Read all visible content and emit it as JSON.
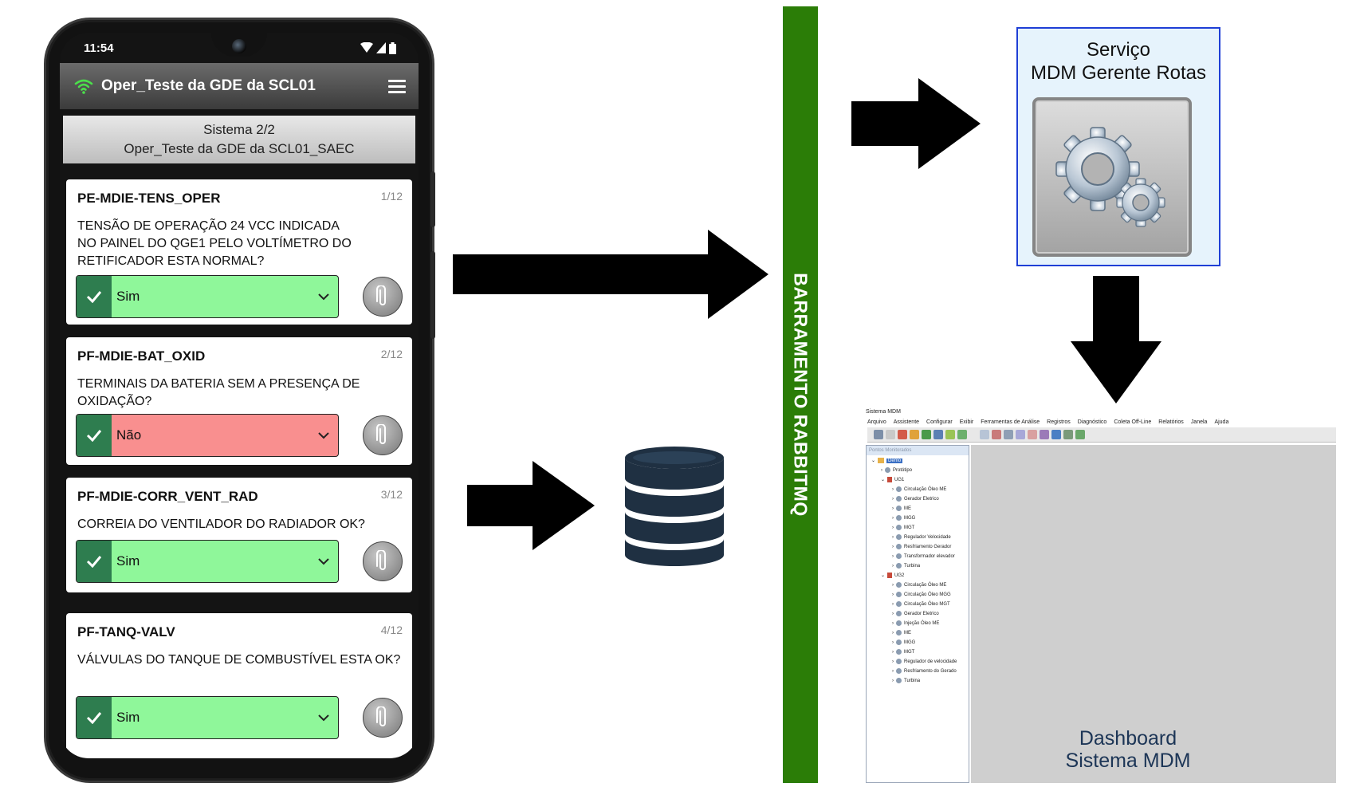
{
  "phone": {
    "time": "11:54",
    "app_title": "Oper_Teste da GDE da SCL01",
    "system_header": {
      "line1": "Sistema 2/2",
      "line2": "Oper_Teste da GDE da SCL01_SAEC"
    },
    "items": [
      {
        "code": "PE-MDIE-TENS_OPER",
        "count": "1/12",
        "question_lines": [
          "TENSÃO DE OPERAÇÃO 24 VCC INDICADA",
          "NO PAINEL DO QGE1 PELO VOLTÍMETRO DO",
          "RETIFICADOR ESTA NORMAL?"
        ],
        "answer": "Sim",
        "answer_color": "#8ff79a"
      },
      {
        "code": "PF-MDIE-BAT_OXID",
        "count": "2/12",
        "question_lines": [
          "TERMINAIS DA BATERIA SEM A PRESENÇA DE",
          "OXIDAÇÃO?"
        ],
        "answer": "Não",
        "answer_color": "#f98f8f"
      },
      {
        "code": "PF-MDIE-CORR_VENT_RAD",
        "count": "3/12",
        "question_lines": [
          "CORREIA DO VENTILADOR DO RADIADOR OK?"
        ],
        "answer": "Sim",
        "answer_color": "#8ff79a"
      },
      {
        "code": "PF-TANQ-VALV",
        "count": "4/12",
        "question_lines": [
          "VÁLVULAS DO TANQUE DE COMBUSTÍVEL ESTA OK?"
        ],
        "answer": "Sim",
        "answer_color": "#8ff79a"
      }
    ]
  },
  "bus": {
    "label": "BARRAMENTO RABBITMQ",
    "color": "#2b7d07"
  },
  "service": {
    "line1": "Serviço",
    "line2": "MDM Gerente Rotas",
    "icon": "gears-icon"
  },
  "database": {
    "icon": "database-icon"
  },
  "dashboard": {
    "window_title": "Sistema MDM",
    "menu": [
      "Arquivo",
      "Assistente",
      "Configurar",
      "Exibir",
      "Ferramentas de Análise",
      "Registros",
      "Diagnóstico",
      "Coleta Off-Line",
      "Relatórios",
      "Janela",
      "Ajuda"
    ],
    "panel_title": "Pontos Monitorados",
    "tree": {
      "root": "Demo",
      "prototype": "Protótipo",
      "ug1": "UG1",
      "ug1_items": [
        "Circulação Óleo ME",
        "Gerador Eletrico",
        "ME",
        "MGG",
        "MGT",
        "Regulador Velocidade",
        "Resfriamento Gerador",
        "Transformador elevador",
        "Turbina"
      ],
      "ug2": "UG2",
      "ug2_items": [
        "Circulação Óleo ME",
        "Circulação Óleo MGG",
        "Circulação Óleo MGT",
        "Gerador Eletrico",
        "Injeção Óleo ME",
        "ME",
        "MGG",
        "MGT",
        "Regulador de velocidade",
        "Resfriamento do Gerado",
        "Turbina"
      ]
    },
    "label_line1": "Dashboard",
    "label_line2": "Sistema MDM"
  }
}
